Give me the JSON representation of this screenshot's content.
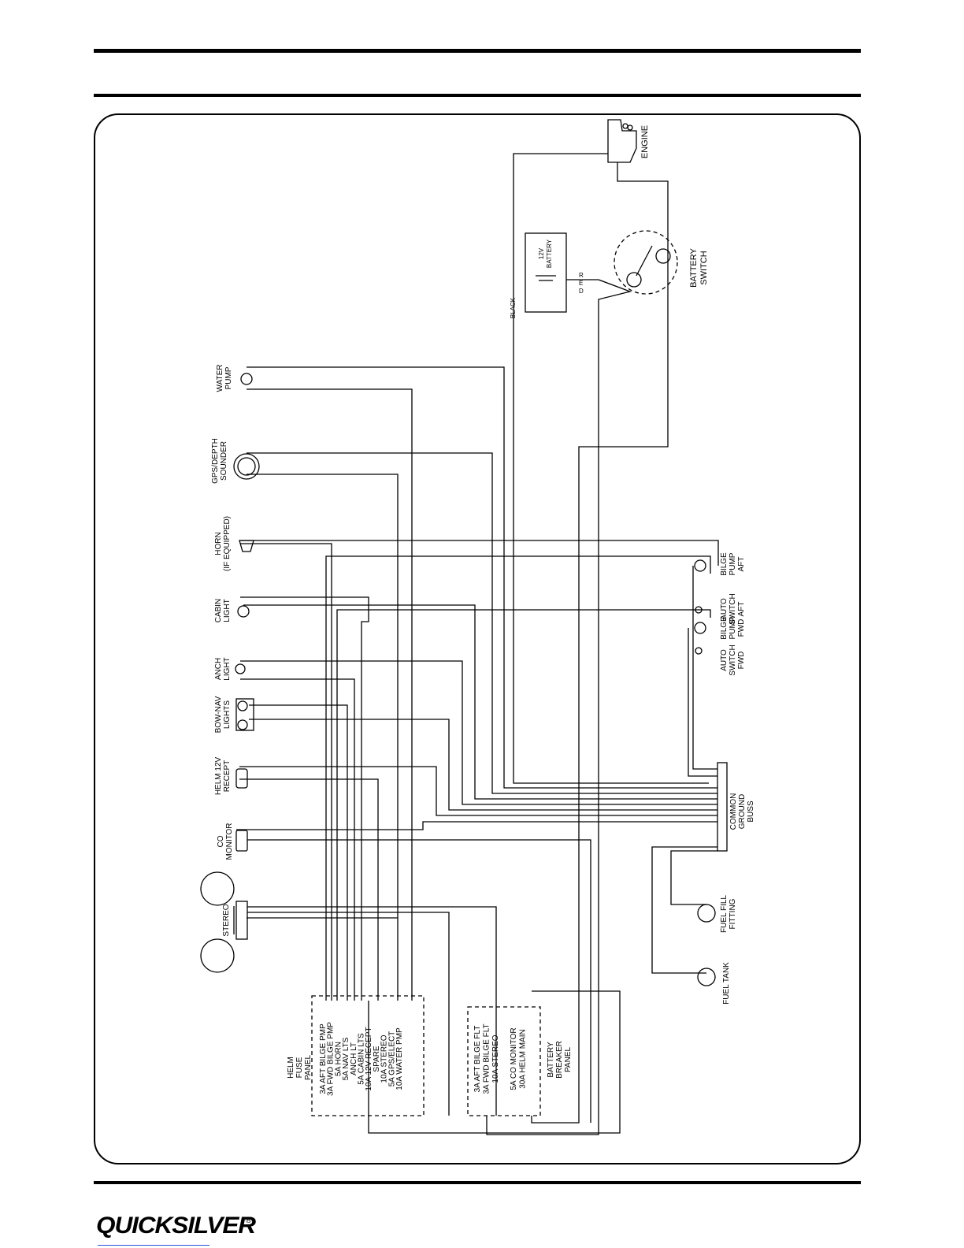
{
  "branding": {
    "logo": "QUICKSILVER",
    "mark": "®"
  },
  "labels": {
    "engine": "ENGINE",
    "battery": [
      "12V",
      "BATTERY"
    ],
    "battery_switch": [
      "BATTERY",
      "SWITCH"
    ],
    "black": "BLACK",
    "red": [
      "R",
      "E",
      "D"
    ],
    "water_pump": [
      "WATER",
      "PUMP"
    ],
    "gps": [
      "GPS/DEPTH",
      "SOUNDER"
    ],
    "horn": [
      "HORN",
      "(IF EQUIPPED)"
    ],
    "cabin": [
      "CABIN",
      "LIGHT"
    ],
    "anch": [
      "ANCH",
      "LIGHT"
    ],
    "bownav": [
      "BOW-NAV",
      "LIGHTS"
    ],
    "helm12v": [
      "HELM 12V",
      "RECEPT"
    ],
    "co": [
      "CO",
      "MONITOR"
    ],
    "stereo": "STEREO",
    "bilge_aft": [
      "BILGE",
      "PUMP",
      "AFT"
    ],
    "auto_aft": [
      "AUTO",
      "SWITCH",
      "AFT"
    ],
    "bilge_fwd": [
      "BILGE",
      "PUMP",
      "FWD"
    ],
    "auto_fwd": [
      "AUTO",
      "SWITCH",
      "FWD"
    ],
    "ground": [
      "COMMON",
      "GROUND",
      "BUSS"
    ],
    "fuel_fill": [
      "FUEL FILL",
      "FITTING"
    ],
    "fuel_tank": "FUEL TANK",
    "fuse_panel": [
      "HELM",
      "FUSE",
      "PANEL"
    ],
    "breaker_panel": [
      "BATTERY",
      "BREAKER",
      "PANEL"
    ]
  },
  "fuse_items": [
    "3A AFT BILGE PMP",
    "3A FWD BILGE PMP",
    "5A HORN",
    "5A NAV LTS",
    "ANCH LT",
    "5A CABIN LTS",
    "10A 12V RECEPT",
    "SPARE",
    "10A STEREO",
    "5A GPS/ELECT",
    "10A WATER PMP"
  ],
  "breaker_items": [
    "3A AFT BILGE FLT",
    "3A FWD BILGE FLT",
    "10A STEREO",
    "",
    "5A CO MONITOR",
    "30A HELM MAIN"
  ]
}
